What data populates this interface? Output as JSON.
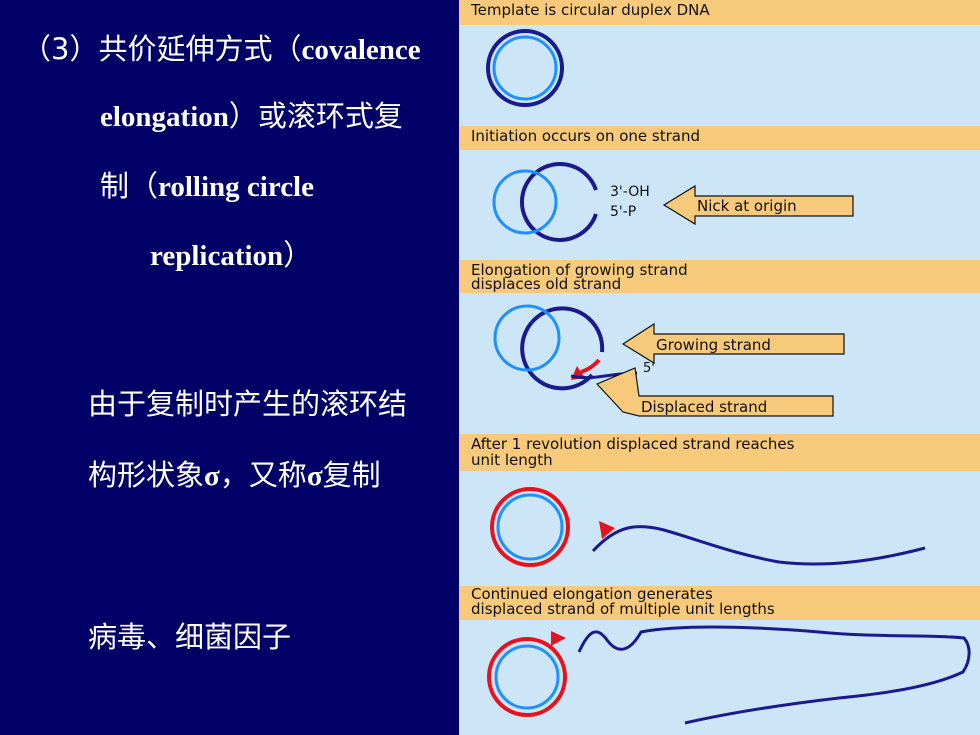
{
  "left_text": {
    "heading_line1_prefix": "（3）共价延伸方式（",
    "heading_line1_en": "covalence",
    "heading_line2_en": "elongation",
    "heading_line2_zh": "）或滚环式复",
    "heading_line3_zh": "制（",
    "heading_line3_en": "rolling circle",
    "heading_line4_en": "replication",
    "heading_line4_zh": "）",
    "body_line1": "由于复制时产生的滚环结",
    "body_line2_a": "构形状象",
    "body_line2_sigma1": "σ",
    "body_line2_b": "，又称",
    "body_line2_sigma2": "σ",
    "body_line2_c": "复制",
    "body_line3": "病毒、细菌因子"
  },
  "figure": {
    "panel1_caption": "Template is circular duplex DNA",
    "panel2_caption": "Initiation occurs on one strand",
    "panel2_label_3oh": "3'-OH",
    "panel2_label_5p": "5'-P",
    "panel2_arrow": "Nick at origin",
    "panel3_caption_line1": "Elongation of growing strand",
    "panel3_caption_line2": "displaces old strand",
    "panel3_arrow_growing": "Growing strand",
    "panel3_label_5": "5'",
    "panel3_arrow_displaced": "Displaced strand",
    "panel4_caption_line1": "After 1 revolution displaced strand reaches",
    "panel4_caption_line2": "unit length",
    "panel5_caption_line1": "Continued elongation generates",
    "panel5_caption_line2": "displaced strand of multiple unit lengths"
  },
  "colors": {
    "slide_background": "#000066",
    "figure_background": "#cce6f7",
    "caption_band": "#f7c97a",
    "outer_strand": "#1a1a8c",
    "inner_strand": "#1e90ff",
    "growing_strand": "#e8121e",
    "arrow_fill": "#f7c97a"
  }
}
